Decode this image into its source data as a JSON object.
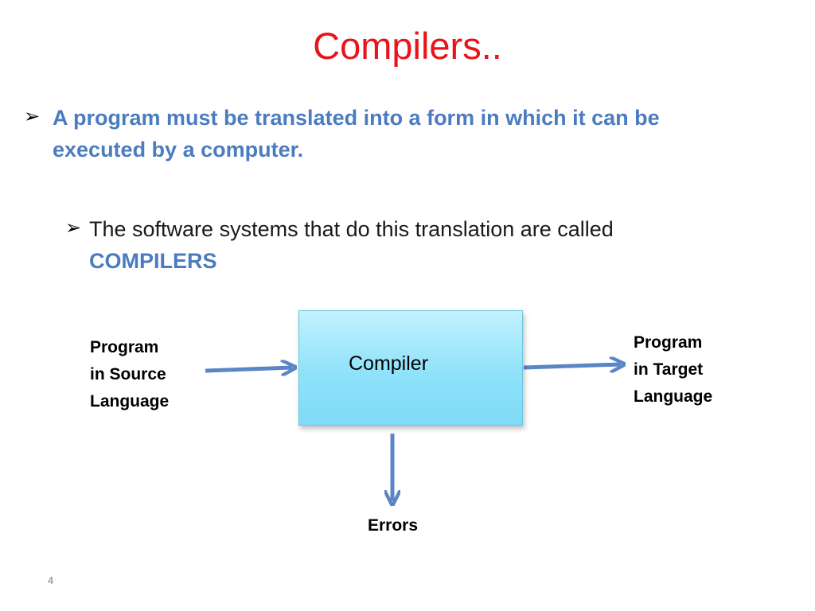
{
  "slide": {
    "title": "Compilers..",
    "bullet_main": "A program must be translated into a form in which it can be executed by a computer.",
    "bullet_sub_text": "The software systems that do this translation are called",
    "bullet_sub_emphasis": "COMPILERS",
    "page_number": "4"
  },
  "diagram": {
    "compiler_label": "Compiler",
    "input_label_lines": [
      "Program",
      "in Source",
      "Language"
    ],
    "output_label_lines": [
      "Program",
      "in Target",
      "Language"
    ],
    "errors_label": "Errors"
  },
  "colors": {
    "title": "#e8141a",
    "accent_blue": "#4a7cbf",
    "arrow": "#5b86c5",
    "box_fill_top": "#c2f1fd",
    "box_fill_bottom": "#7fdbf8"
  },
  "icons": {
    "bullet": "arrowhead-bullet-icon"
  }
}
